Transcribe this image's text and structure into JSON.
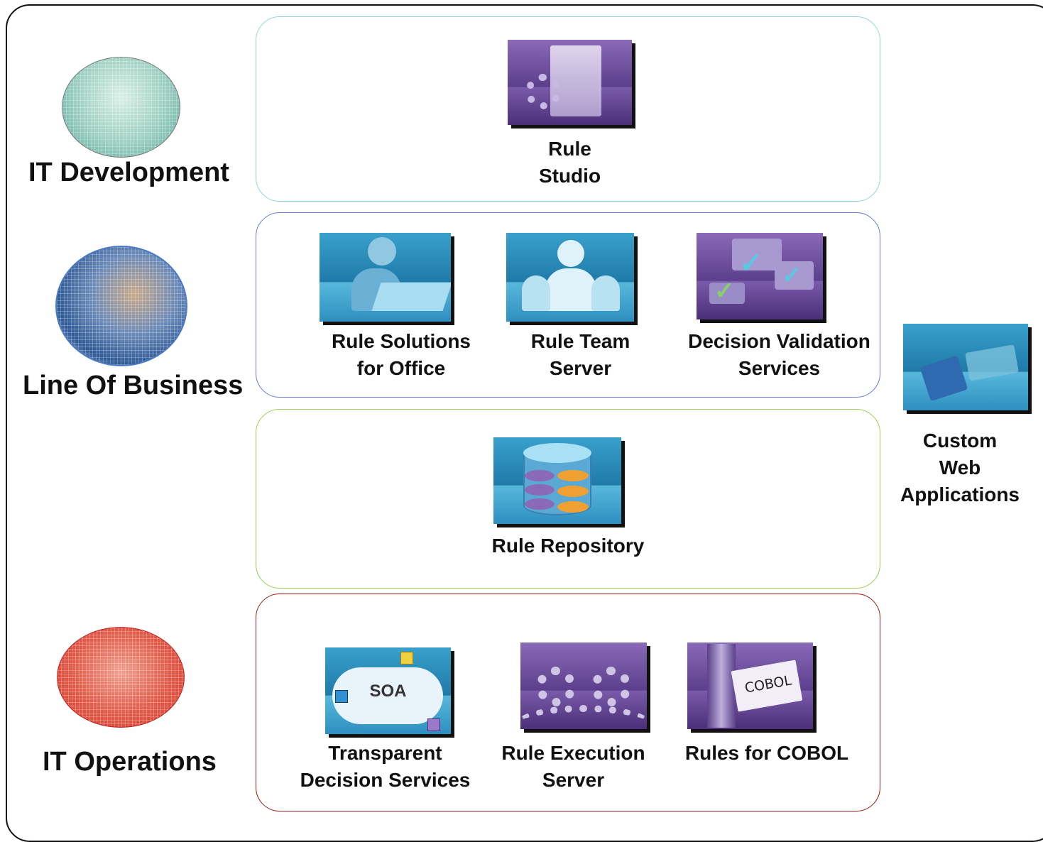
{
  "roles": {
    "it_development": "IT Development",
    "line_of_business": "Line Of Business",
    "it_operations": "IT Operations"
  },
  "components": {
    "rule_studio": "Rule\nStudio",
    "rule_solutions_office": "Rule Solutions\nfor Office",
    "rule_team_server": "Rule Team\nServer",
    "decision_validation": "Decision Validation\nServices",
    "rule_repository": "Rule Repository",
    "transparent_decision": "Transparent\nDecision Services",
    "rule_execution_server": "Rule Execution\nServer",
    "rules_for_cobol": "Rules for COBOL",
    "custom_web_apps": "Custom\nWeb\nApplications"
  },
  "icon_text": {
    "soa": "SOA",
    "cobol": "COBOL"
  },
  "colors": {
    "band_dev": "#8fd8d8",
    "band_lob": "#6a78d8",
    "band_repo": "#9ccc5a",
    "band_ops": "#a01818",
    "purple_tile": "#6a4a9a",
    "blue_tile": "#2e8fc0"
  }
}
